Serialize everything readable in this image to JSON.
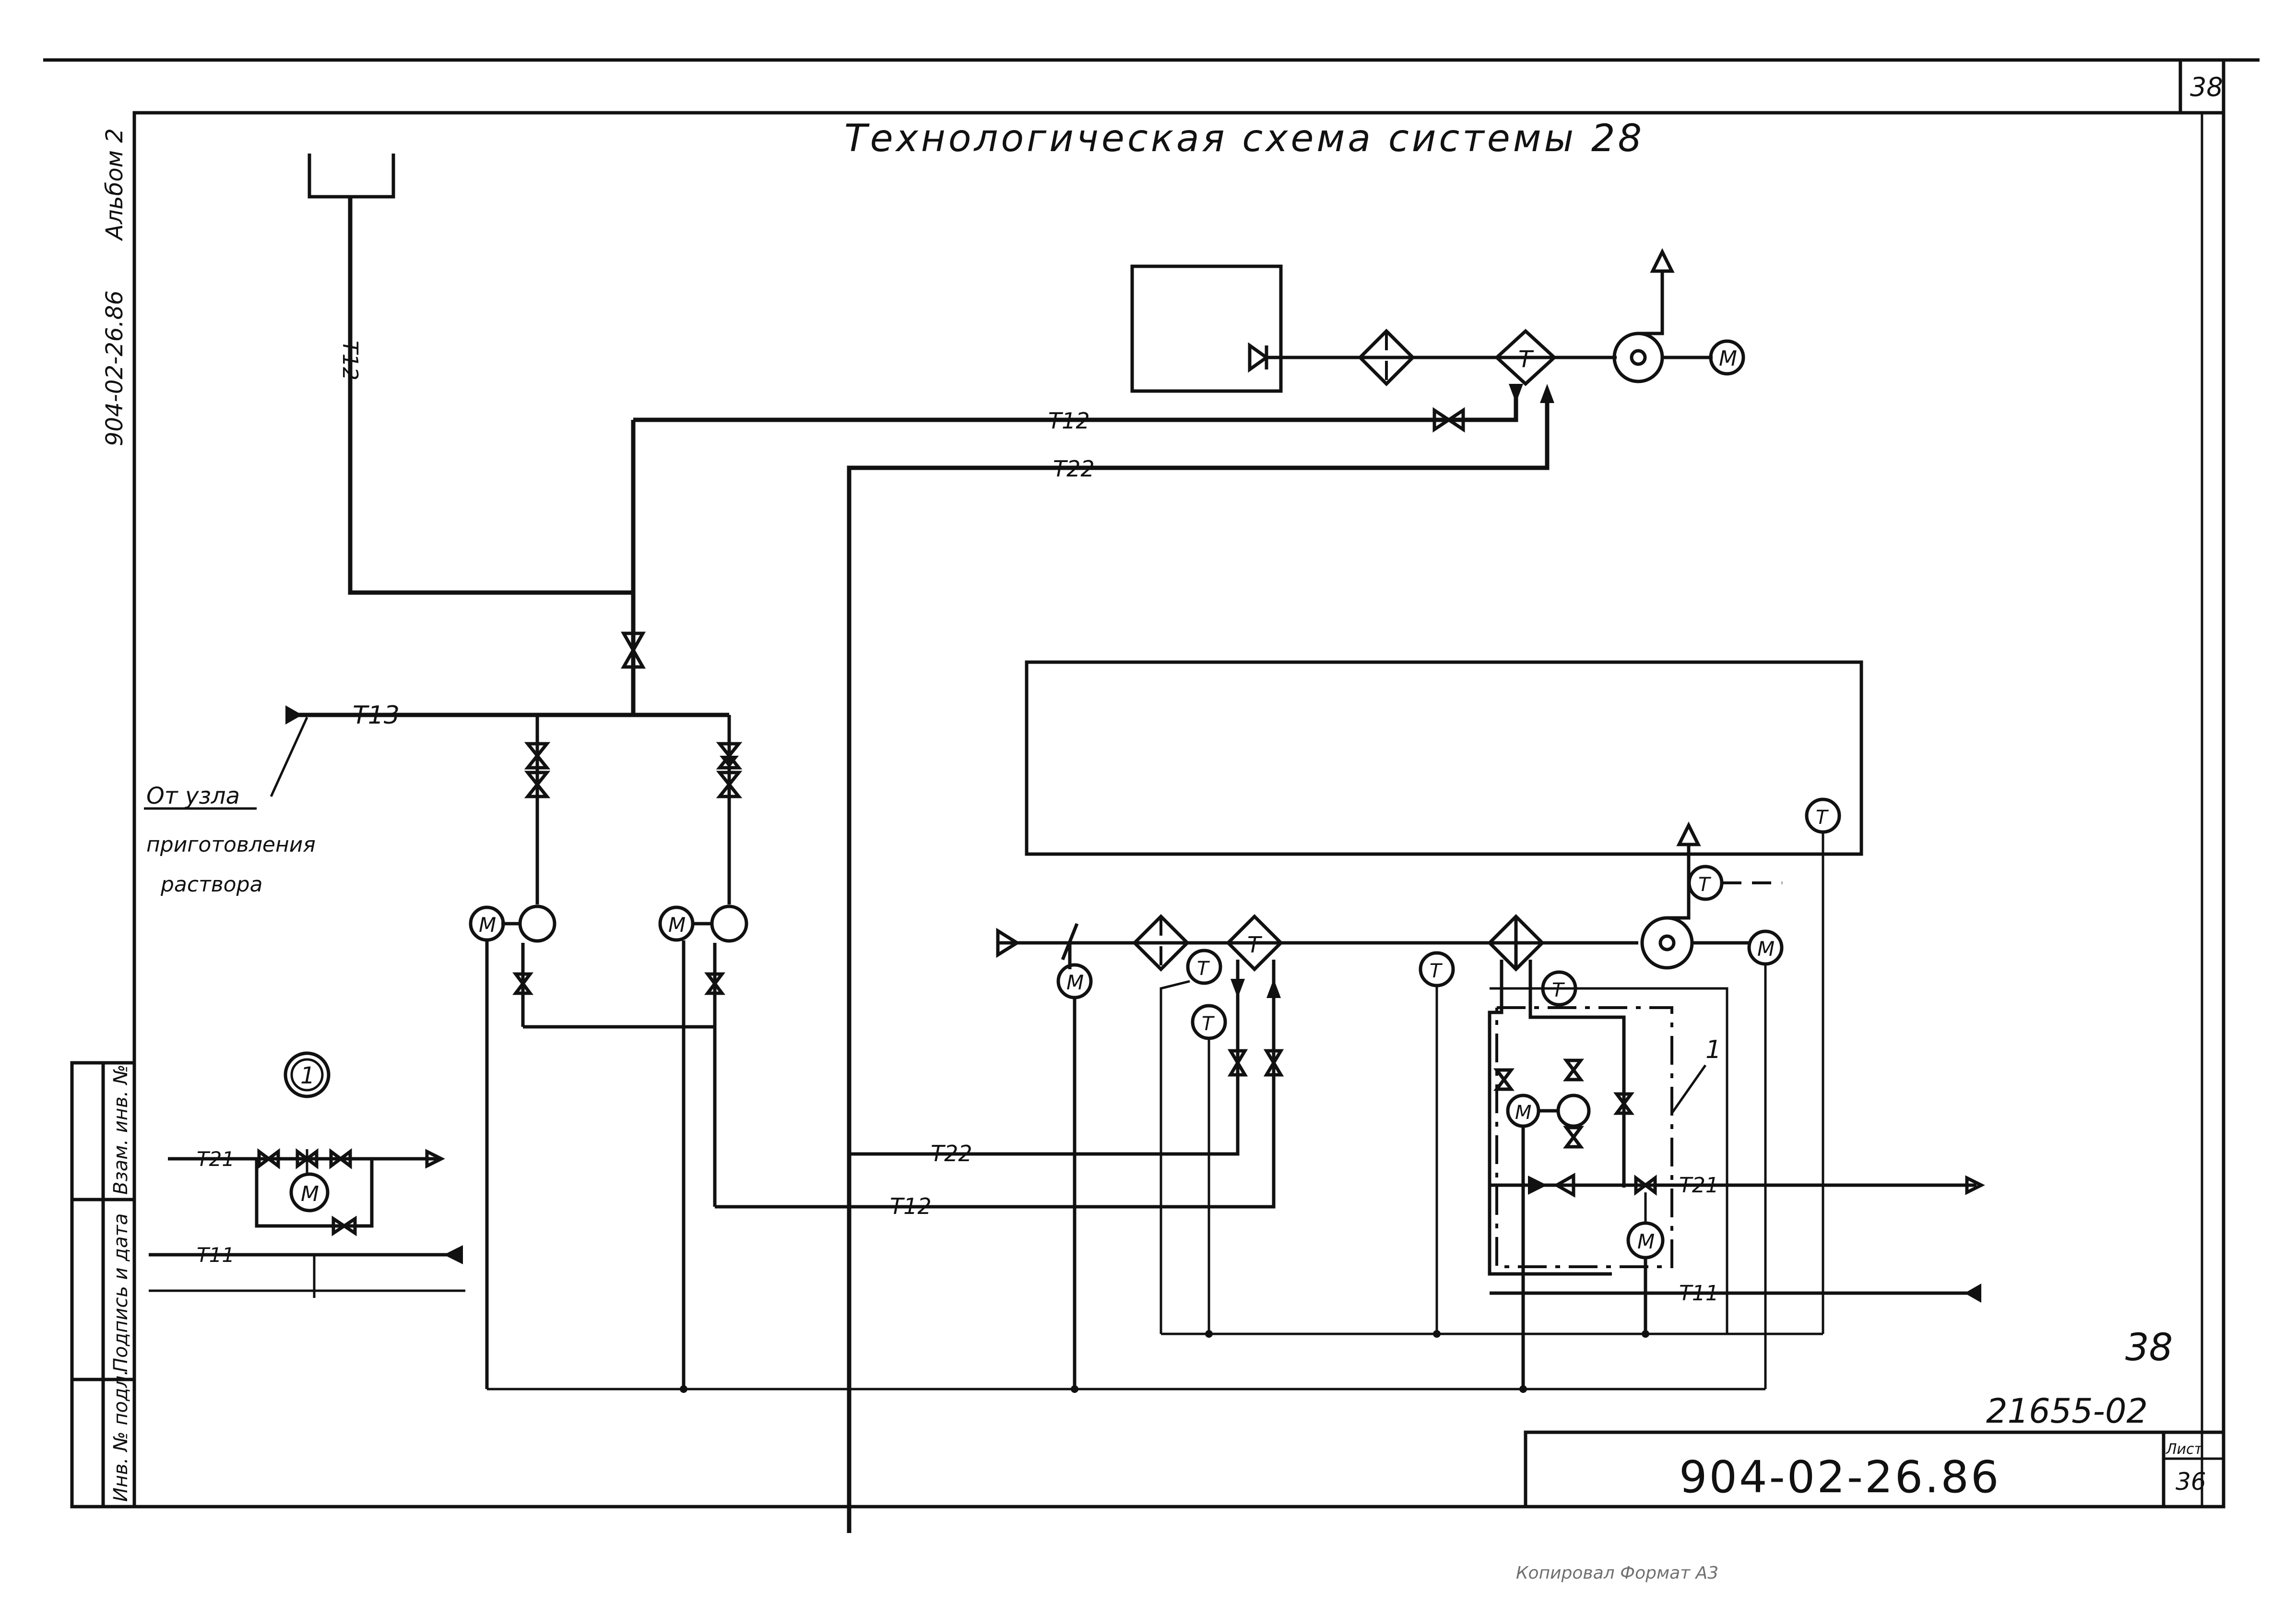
{
  "sheet": {
    "sheet_corner_number": "38",
    "title": "Технологическая схема системы 28",
    "side_album": "Альбом 2",
    "side_doc_code": "904-02-26.86",
    "stamp_fields": [
      "Взам. инв. №",
      "Подпись и дата",
      "Инв. № подл."
    ],
    "handwritten_page": "38",
    "handwritten_code": "21655-02",
    "doc_code": "904-02-26.86",
    "list_label": "Лист",
    "list_number": "36",
    "footer_note": "Копировал     Формат А3"
  },
  "pipes": {
    "t12": "T12",
    "t22": "T22",
    "t13": "T13",
    "t21": "T21",
    "t11": "T11"
  },
  "annotations": {
    "source_line1": "От узла",
    "source_line2": "приготовления",
    "source_line3": "раствора",
    "node_number": "1",
    "callout": "1"
  },
  "symbols": {
    "motor": "M",
    "thermometer": "T"
  }
}
